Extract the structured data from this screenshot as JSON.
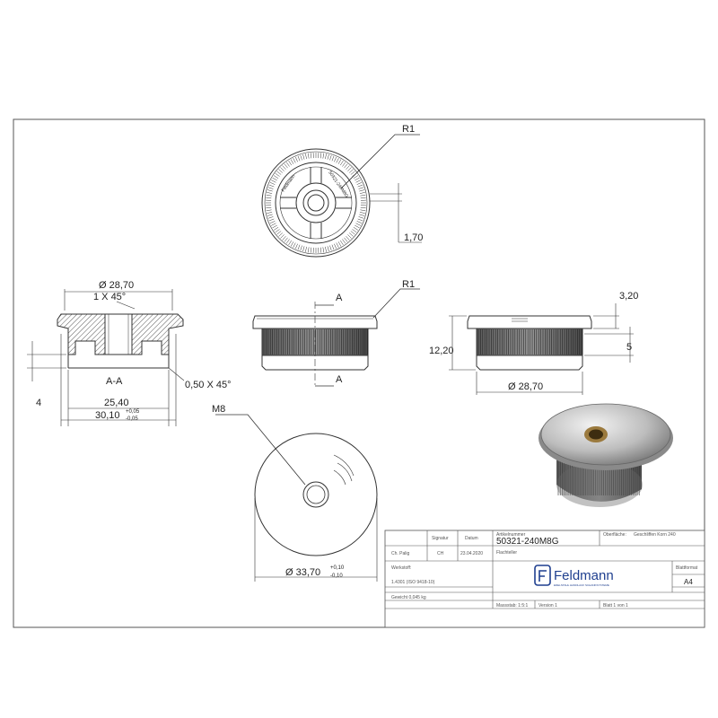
{
  "views": {
    "top": {
      "r1": "R1",
      "dim_170": "1,70",
      "brand_engraving": "Feldmann",
      "code_engraving": "50321-240M8G"
    },
    "section": {
      "dia_top": "Ø 28,70",
      "chamfer_top": "1 X 45°",
      "label": "A-A",
      "w_inner": "25,40",
      "w_outer": "30,10",
      "tol_upper": "+0,05",
      "tol_lower": "-0,05",
      "h_small": "4",
      "chamfer_bottom": "0,50 X 45°"
    },
    "front": {
      "r1": "R1",
      "section_mark": "A"
    },
    "side": {
      "d320": "3,20",
      "d1220": "12,20",
      "d5": "5",
      "dia": "Ø 28,70"
    },
    "bottom": {
      "thread": "M8",
      "dia": "Ø 33,70",
      "tol_upper": "+0,10",
      "tol_lower": "-0,10"
    }
  },
  "title_block": {
    "hdr_created": "",
    "hdr_signature": "Signatur",
    "hdr_date": "Datum",
    "hdr_article": "Artikelnummer",
    "hdr_surface": "Oberfläche:",
    "surface_value": "Geschliffen Korn 240",
    "created_by": "Ch. Palig",
    "signature": "CH",
    "date": "23.04.2020",
    "article_number": "50321-240M8G",
    "hdr_material": "Werkstoff:",
    "description_label": "Flachteller",
    "material_value": "1.4301 (ISO 9418-10)",
    "weight": "Gewicht 0,045 kg",
    "scale": "Massstab: 1:5:1",
    "version": "Version 1",
    "sheet": "Blatt 1 von 1",
    "brand": "Feldmann",
    "brand_tagline": "EDELSTAHL HANDLAUF SCHANKSYSTEME",
    "format_label": "Blattformat",
    "format_value": "A4"
  },
  "colors": {
    "line": "#333333",
    "hatch": "#555555",
    "brand": "#1f3f8f"
  }
}
